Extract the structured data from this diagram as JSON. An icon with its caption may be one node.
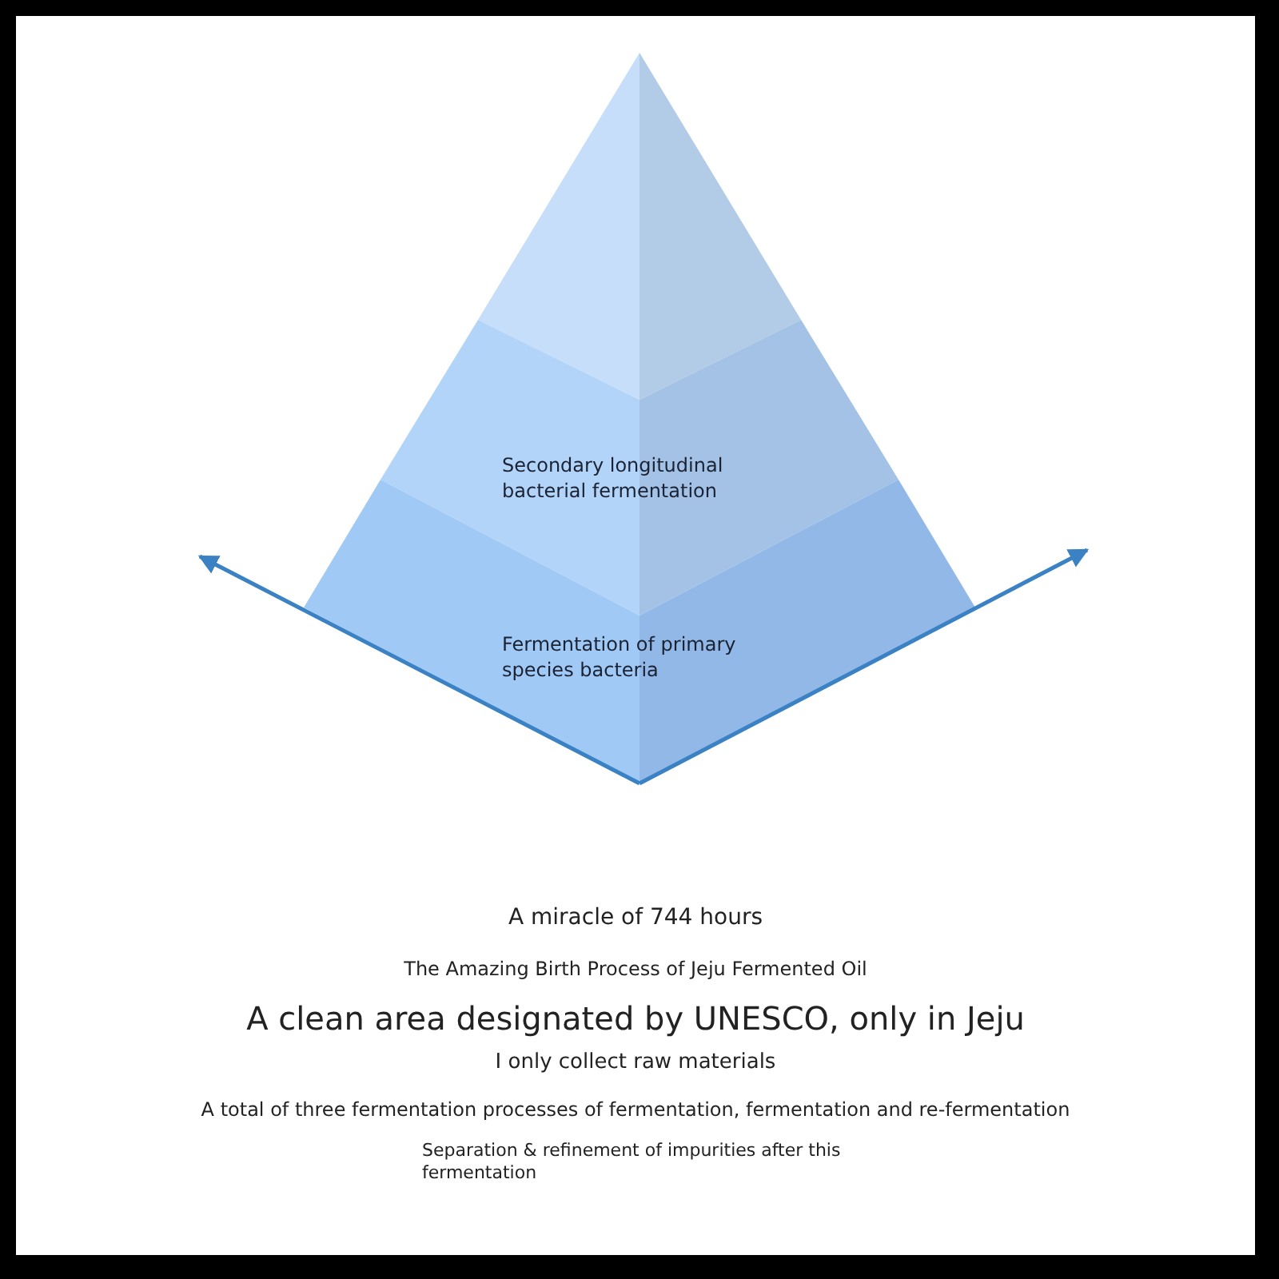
{
  "diagram": {
    "nodes": [
      {
        "text": [],
        "shape": "triangle"
      },
      {
        "text": [
          "Secondary longitudinal bacterial fermentation"
        ]
      },
      {
        "text": [
          "Fermentation of primary species bacteria"
        ]
      }
    ],
    "labels": [
      "A miracle of 744 hours",
      "The Amazing Birth Process of Jeju Fermented Oil",
      "A clean area designated by UNESCO, only in Jeju",
      "I only collect raw materials",
      "A total of three fermentation processes of fermentation, fermentation and re-fermentation",
      "Separation & refinement of impurities after this fermentation"
    ]
  }
}
